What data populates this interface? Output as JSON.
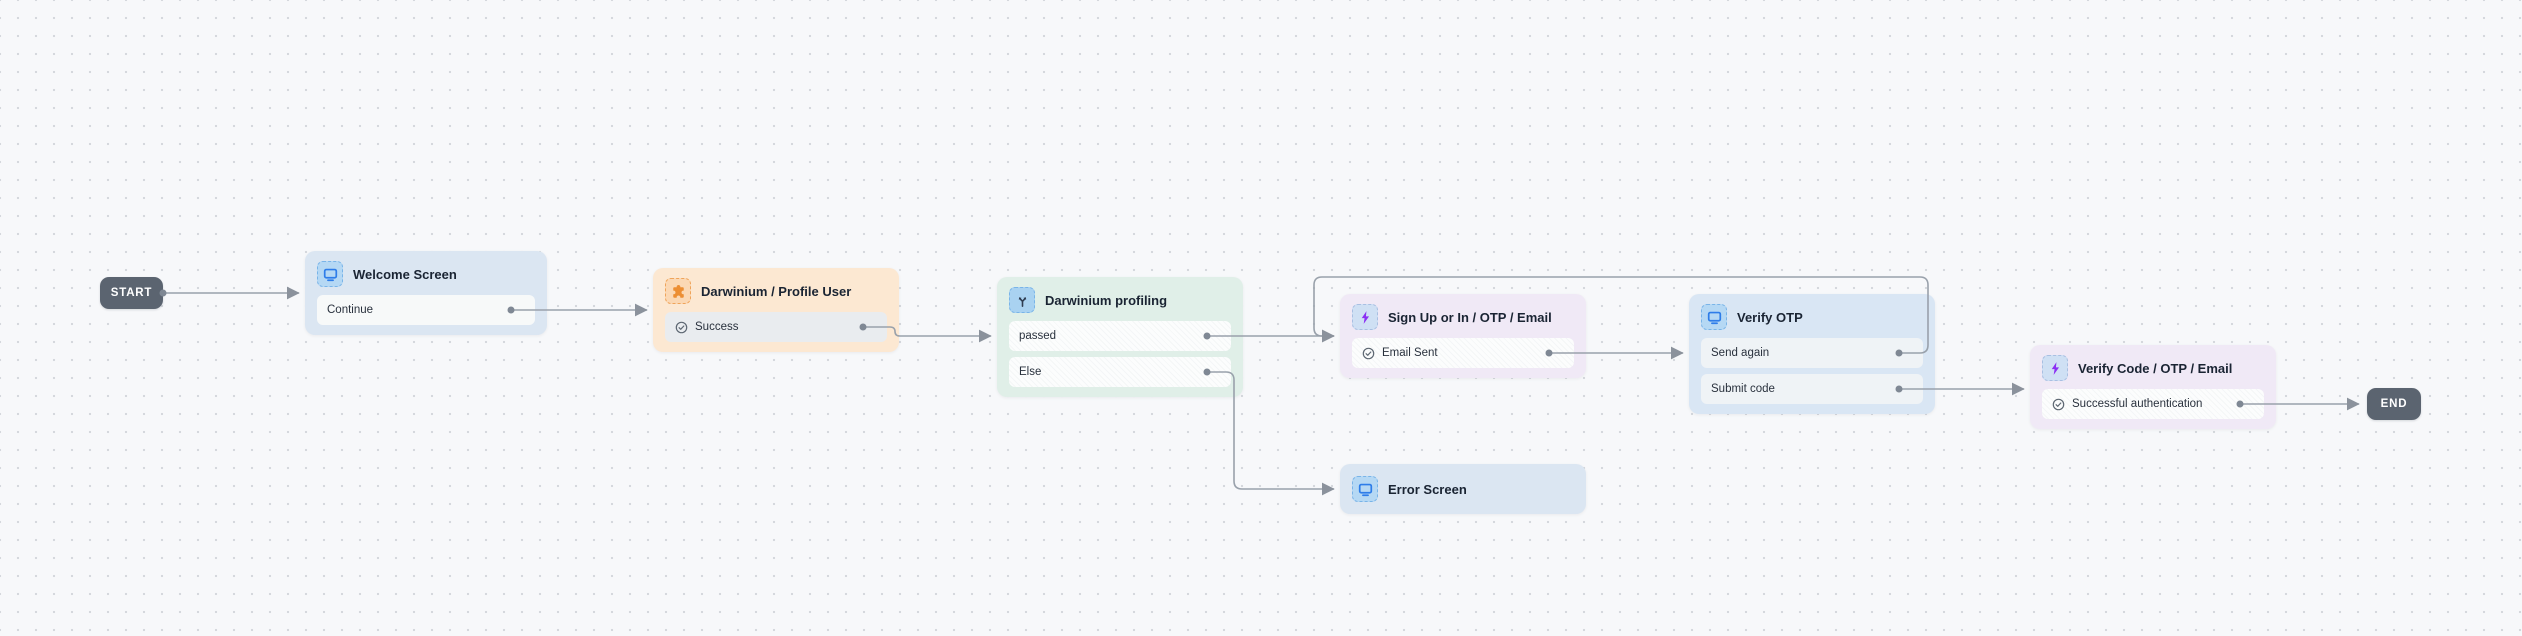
{
  "terminals": {
    "start": {
      "label": "START"
    },
    "end": {
      "label": "END"
    }
  },
  "nodes": {
    "welcome": {
      "title": "Welcome Screen",
      "icon": "monitor-icon",
      "rows": [
        {
          "label": "Continue",
          "checked": false
        }
      ]
    },
    "profile": {
      "title": "Darwinium / Profile User",
      "icon": "puzzle-icon",
      "rows": [
        {
          "label": "Success",
          "checked": true
        }
      ]
    },
    "profiling": {
      "title": "Darwinium profiling",
      "icon": "branch-icon",
      "rows": [
        {
          "label": "passed",
          "checked": false
        },
        {
          "label": "Else",
          "checked": false
        }
      ]
    },
    "signup": {
      "title": "Sign Up or In / OTP / Email",
      "icon": "bolt-icon",
      "rows": [
        {
          "label": "Email Sent",
          "checked": true
        }
      ]
    },
    "verify_otp": {
      "title": "Verify OTP",
      "icon": "monitor-icon",
      "rows": [
        {
          "label": "Send again",
          "checked": false
        },
        {
          "label": "Submit code",
          "checked": false
        }
      ]
    },
    "verify_code": {
      "title": "Verify Code / OTP / Email",
      "icon": "bolt-icon",
      "rows": [
        {
          "label": "Successful authentication",
          "checked": true
        }
      ]
    },
    "error": {
      "title": "Error Screen",
      "icon": "monitor-icon",
      "rows": []
    }
  },
  "edges": [
    {
      "from": "start",
      "to": "welcome"
    },
    {
      "from": "welcome.Continue",
      "to": "profile"
    },
    {
      "from": "profile.Success",
      "to": "profiling.passed"
    },
    {
      "from": "profiling.passed",
      "to": "signup"
    },
    {
      "from": "profiling.Else",
      "to": "error"
    },
    {
      "from": "signup.Email Sent",
      "to": "verify_otp"
    },
    {
      "from": "verify_otp.Send again",
      "to": "signup"
    },
    {
      "from": "verify_otp.Submit code",
      "to": "verify_code"
    },
    {
      "from": "verify_code.Successful authentication",
      "to": "end"
    }
  ],
  "colors": {
    "canvas_bg": "#f7f8fa",
    "dot_grid": "#d5d8dd",
    "terminal_bg": "#5b6470",
    "edge": "#99a1ab",
    "node_blue": "#dbe6f2",
    "node_orange": "#fce8d2",
    "node_green": "#e0efe8",
    "node_purple": "#f0e9f6",
    "icon_blue": "#2e7de9",
    "icon_orange": "#ec8e33",
    "icon_purple": "#8b30f3",
    "icon_navy": "#2e3d52"
  }
}
